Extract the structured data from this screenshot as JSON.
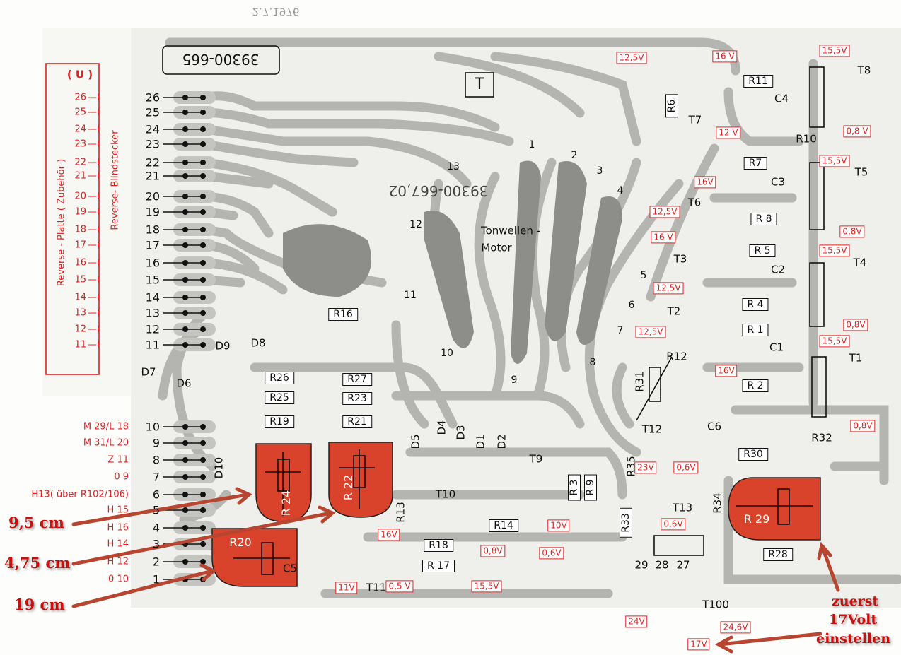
{
  "stamp": "2.7.1976",
  "board": {
    "id_top": "39300-665",
    "id_motor": "39300-667,02",
    "marker": "T",
    "motor_label_1": "Tonwellen -",
    "motor_label_2": "Motor"
  },
  "connector_pins": [
    "1",
    "2",
    "3",
    "4",
    "5",
    "6",
    "7",
    "8",
    "9",
    "10",
    "11",
    "12",
    "13",
    "14",
    "15",
    "16",
    "17",
    "18",
    "19",
    "20",
    "21",
    "22",
    "23",
    "24",
    "25",
    "26"
  ],
  "reverse_box": {
    "title": "( U )",
    "side_label": "Reverse - Platte   ( Zubehör )",
    "plug_label": "Reverse- Blindstecker",
    "pins": [
      "26",
      "25",
      "24",
      "23",
      "22",
      "21",
      "20",
      "19",
      "18",
      "17",
      "16",
      "15",
      "14",
      "13",
      "12",
      "11"
    ]
  },
  "pin_notes": [
    "M 29/L 18",
    "M 31/L 20",
    "Z 11",
    "0  9",
    "H13( über R102/106)",
    "H 15",
    "H 16",
    "H 14",
    "H 12",
    "0  10"
  ],
  "motor_pins": [
    "1",
    "2",
    "3",
    "4",
    "5",
    "6",
    "7",
    "8",
    "9",
    "10",
    "11",
    "12",
    "13"
  ],
  "components": [
    "R11",
    "C4",
    "T8",
    "R6",
    "T7",
    "R10",
    "R7",
    "C3",
    "T5",
    "R 8",
    "T6",
    "R 5",
    "C2",
    "T4",
    "T3",
    "R 4",
    "T2",
    "R 1",
    "C1",
    "T1",
    "R12",
    "R 2",
    "R31",
    "T12",
    "C6",
    "R30",
    "R32",
    "R35",
    "T13",
    "R34",
    "R33",
    "R 29",
    "R28",
    "29",
    "28",
    "27",
    "T100",
    "R16",
    "D8",
    "D9",
    "D7",
    "D6",
    "R26",
    "R27",
    "R25",
    "R23",
    "R19",
    "R21",
    "D10",
    "R 24",
    "R 22",
    "R20",
    "C5",
    "R13",
    "T10",
    "T11",
    "R18",
    "R 17",
    "R14",
    "D5",
    "D4",
    "D3",
    "D1",
    "D2",
    "T9",
    "R 3",
    "R 9"
  ],
  "voltages": [
    "12,5V",
    "16 V",
    "15,5V",
    "12 V",
    "0,8 V",
    "15,5V",
    "16V",
    "12,5V",
    "0,8V",
    "16 V",
    "15,5V",
    "12,5V",
    "0,8V",
    "12,5V",
    "15,5V",
    "16V",
    "0,8V",
    "23V",
    "0,6V",
    "0,6V",
    "16V",
    "10V",
    "0,8V",
    "0,6V",
    "11V",
    "0,5 V",
    "15,5V",
    "24V",
    "24,6V",
    "17V"
  ],
  "adjustments": [
    "9,5 cm",
    "4,75 cm",
    "19 cm"
  ],
  "note": [
    "zuerst",
    "17Volt",
    "einstellen"
  ],
  "colors": {
    "accent_red": "#d22222",
    "pot_red": "#d9432b",
    "arrow": "#b8452f",
    "trace": "#b4b4b0"
  }
}
